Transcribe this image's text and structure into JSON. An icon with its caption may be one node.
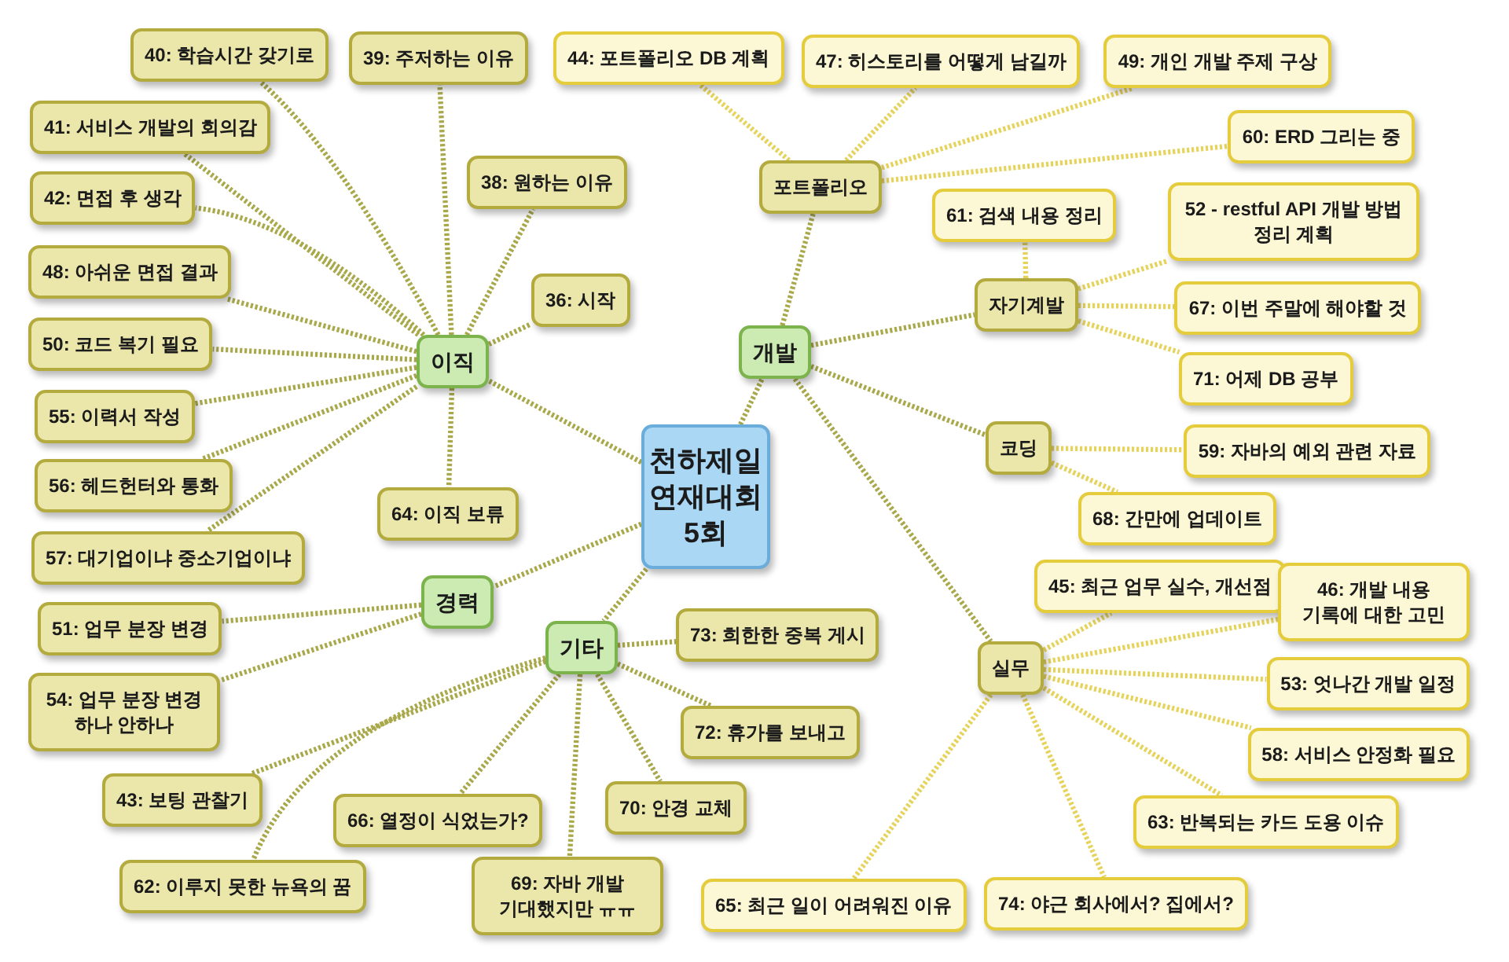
{
  "diagram": {
    "nodes": [
      {
        "text": [
          "천하제일 연재대회 5회"
        ]
      },
      {
        "text": [
          "이직"
        ]
      },
      {
        "text": [
          "40: 학습시간 갖기로"
        ]
      },
      {
        "text": [
          "39: 주저하는 이유"
        ]
      },
      {
        "text": [
          "38: 원하는 이유"
        ]
      },
      {
        "text": [
          "36: 시작"
        ]
      },
      {
        "text": [
          "41: 서비스 개발의 회의감"
        ]
      },
      {
        "text": [
          "42: 면접 후 생각"
        ]
      },
      {
        "text": [
          "48: 아쉬운 면접 결과"
        ]
      },
      {
        "text": [
          "50: 코드 복기 필요"
        ]
      },
      {
        "text": [
          "55: 이력서 작성"
        ]
      },
      {
        "text": [
          "56: 헤드헌터와 통화"
        ]
      },
      {
        "text": [
          "57: 대기업이냐 중소기업이냐"
        ]
      },
      {
        "text": [
          "64: 이직 보류"
        ]
      },
      {
        "text": [
          "경력"
        ]
      },
      {
        "text": [
          "51: 업무 분장 변경"
        ]
      },
      {
        "text": [
          "54: 업무 분장 변경 하나 안하나"
        ]
      },
      {
        "text": [
          "기타"
        ]
      },
      {
        "text": [
          "73: 희한한 중복 게시"
        ]
      },
      {
        "text": [
          "72: 휴가를 보내고"
        ]
      },
      {
        "text": [
          "70: 안경 교체"
        ]
      },
      {
        "text": [
          "69: 자바 개발 기대했지만 ㅠㅠ"
        ]
      },
      {
        "text": [
          "66: 열정이 식었는가?"
        ]
      },
      {
        "text": [
          "43: 보팅 관찰기"
        ]
      },
      {
        "text": [
          "62: 이루지 못한 뉴욕의 꿈"
        ]
      },
      {
        "text": [
          "개발"
        ]
      },
      {
        "text": [
          "포트폴리오"
        ]
      },
      {
        "text": [
          "44: 포트폴리오 DB 계획"
        ]
      },
      {
        "text": [
          "47: 히스토리를 어떻게 남길까"
        ]
      },
      {
        "text": [
          "49: 개인 개발 주제 구상"
        ]
      },
      {
        "text": [
          "60: ERD 그리는 중"
        ]
      },
      {
        "text": [
          "자기계발"
        ]
      },
      {
        "text": [
          "61: 검색 내용 정리"
        ]
      },
      {
        "text": [
          "52 - restful API 개발 방법 정리 계획"
        ]
      },
      {
        "text": [
          "67: 이번 주말에 해야할 것"
        ]
      },
      {
        "text": [
          "71: 어제 DB 공부"
        ]
      },
      {
        "text": [
          "코딩"
        ]
      },
      {
        "text": [
          "59: 자바의 예외 관련 자료"
        ]
      },
      {
        "text": [
          "68: 간만에 업데이트"
        ]
      },
      {
        "text": [
          "실무"
        ]
      },
      {
        "text": [
          "45: 최근 업무 실수, 개선점"
        ]
      },
      {
        "text": [
          "46: 개발 내용 기록에 대한 고민"
        ]
      },
      {
        "text": [
          "53: 엇나간 개발 일정"
        ]
      },
      {
        "text": [
          "58: 서비스 안정화 필요"
        ]
      },
      {
        "text": [
          "63: 반복되는 카드 도용 이슈"
        ]
      },
      {
        "text": [
          "65: 최근 일이 어려워진 이유"
        ]
      },
      {
        "text": [
          "74: 야근 회사에서? 집에서?"
        ]
      }
    ],
    "edges": [
      {
        "from": 0,
        "to": 1,
        "arrow": "none"
      },
      {
        "from": 1,
        "to": 2,
        "arrow": "none"
      },
      {
        "from": 1,
        "to": 3,
        "arrow": "none"
      },
      {
        "from": 1,
        "to": 4,
        "arrow": "none"
      },
      {
        "from": 1,
        "to": 5,
        "arrow": "none"
      },
      {
        "from": 1,
        "to": 6,
        "arrow": "none"
      },
      {
        "from": 1,
        "to": 7,
        "arrow": "none"
      },
      {
        "from": 1,
        "to": 8,
        "arrow": "none"
      },
      {
        "from": 1,
        "to": 9,
        "arrow": "none"
      },
      {
        "from": 1,
        "to": 10,
        "arrow": "none"
      },
      {
        "from": 1,
        "to": 11,
        "arrow": "none"
      },
      {
        "from": 1,
        "to": 12,
        "arrow": "none"
      },
      {
        "from": 1,
        "to": 13,
        "arrow": "none"
      },
      {
        "from": 0,
        "to": 14,
        "arrow": "none"
      },
      {
        "from": 14,
        "to": 15,
        "arrow": "none"
      },
      {
        "from": 14,
        "to": 16,
        "arrow": "none"
      },
      {
        "from": 0,
        "to": 17,
        "arrow": "none"
      },
      {
        "from": 17,
        "to": 18,
        "arrow": "none"
      },
      {
        "from": 17,
        "to": 19,
        "arrow": "none"
      },
      {
        "from": 17,
        "to": 20,
        "arrow": "none"
      },
      {
        "from": 17,
        "to": 21,
        "arrow": "none"
      },
      {
        "from": 17,
        "to": 22,
        "arrow": "none"
      },
      {
        "from": 17,
        "to": 23,
        "arrow": "none"
      },
      {
        "from": 17,
        "to": 24,
        "arrow": "none"
      },
      {
        "from": 0,
        "to": 25,
        "arrow": "none"
      },
      {
        "from": 25,
        "to": 26,
        "arrow": "none"
      },
      {
        "from": 26,
        "to": 27,
        "arrow": "none",
        "color": "#e6d35c"
      },
      {
        "from": 26,
        "to": 28,
        "arrow": "none",
        "color": "#e6d35c"
      },
      {
        "from": 26,
        "to": 29,
        "arrow": "none",
        "color": "#e6d35c"
      },
      {
        "from": 26,
        "to": 30,
        "arrow": "none",
        "color": "#e6d35c"
      },
      {
        "from": 25,
        "to": 31,
        "arrow": "none"
      },
      {
        "from": 31,
        "to": 32,
        "arrow": "none",
        "color": "#e6d35c"
      },
      {
        "from": 31,
        "to": 33,
        "arrow": "none",
        "color": "#e6d35c"
      },
      {
        "from": 31,
        "to": 34,
        "arrow": "none",
        "color": "#e6d35c"
      },
      {
        "from": 31,
        "to": 35,
        "arrow": "none",
        "color": "#e6d35c"
      },
      {
        "from": 25,
        "to": 36,
        "arrow": "none"
      },
      {
        "from": 36,
        "to": 37,
        "arrow": "none",
        "color": "#e6d35c"
      },
      {
        "from": 36,
        "to": 38,
        "arrow": "none",
        "color": "#e6d35c"
      },
      {
        "from": 25,
        "to": 39,
        "arrow": "none"
      },
      {
        "from": 39,
        "to": 40,
        "arrow": "none",
        "color": "#e6d35c"
      },
      {
        "from": 39,
        "to": 41,
        "arrow": "none",
        "color": "#e6d35c"
      },
      {
        "from": 39,
        "to": 42,
        "arrow": "none",
        "color": "#e6d35c"
      },
      {
        "from": 39,
        "to": 43,
        "arrow": "none",
        "color": "#e6d35c"
      },
      {
        "from": 39,
        "to": 44,
        "arrow": "none",
        "color": "#e6d35c"
      },
      {
        "from": 39,
        "to": 45,
        "arrow": "none",
        "color": "#e6d35c"
      },
      {
        "from": 39,
        "to": 46,
        "arrow": "none",
        "color": "#e6d35c"
      }
    ]
  }
}
